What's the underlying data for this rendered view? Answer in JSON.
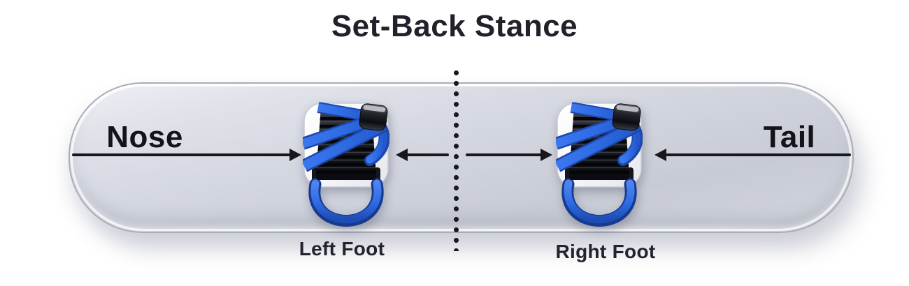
{
  "title": "Set-Back Stance",
  "diagram": {
    "nose_label": "Nose",
    "tail_label": "Tail",
    "left_foot_label": "Left Foot",
    "right_foot_label": "Right Foot",
    "icons": {
      "left_binding": "snowboard-binding-icon",
      "right_binding": "snowboard-binding-icon",
      "center_line": "board-center-dotted-line-icon",
      "nose_arrow": "arrow-right-icon",
      "tail_arrow": "arrow-left-icon",
      "setback_left_arrow": "arrow-left-icon",
      "setback_right_arrow": "arrow-right-icon"
    },
    "colors": {
      "strap_blue": "#2e6ae2",
      "strap_blue_dark": "#1c47ab",
      "loop_navy_edge": "#163a8f",
      "text_dark": "#17181d",
      "title_dark": "#20212b",
      "board_surface_light": "#eef0f5",
      "board_surface_dark": "#c0c3cc",
      "binding_plate_white": "#ffffff",
      "footbed_black": "#0c0d11"
    }
  }
}
